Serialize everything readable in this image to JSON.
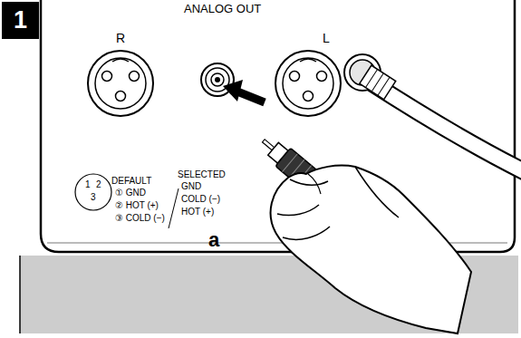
{
  "diagram": {
    "nodes": [
      {
        "text": [
          "1"
        ]
      }
    ],
    "labels": [
      "ANALOG OUT",
      "R",
      "L",
      "1",
      "2",
      "3",
      "DEFAULT",
      "SELECTED",
      "① GND",
      "② HOT (+)",
      "③ COLD (−)",
      "GND",
      "COLD (−)",
      "HOT (+)",
      "a"
    ]
  }
}
